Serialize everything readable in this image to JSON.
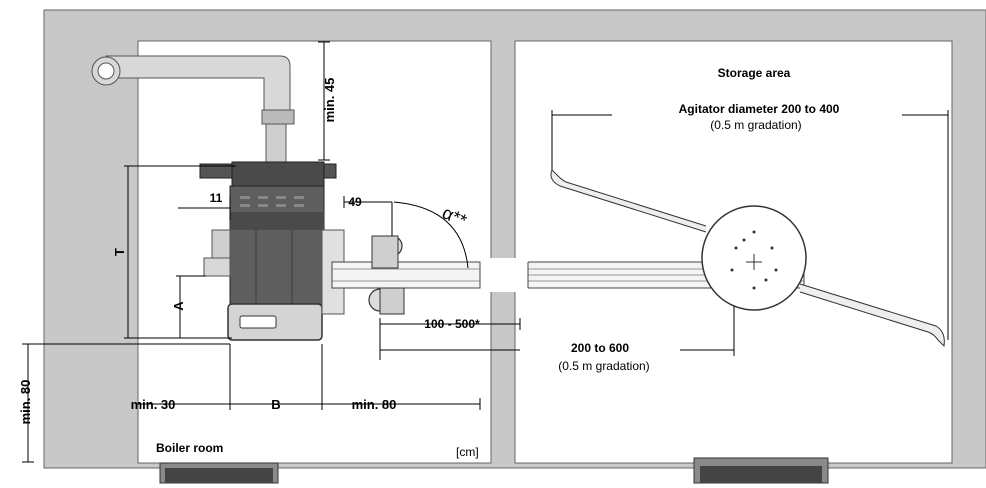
{
  "labels": {
    "storage_area": "Storage area",
    "agitator": "Agitator diameter 200 to 400",
    "agitator_grad": "(0.5 m gradation)",
    "min45": "min. 45",
    "dim11": "11",
    "dim49": "49",
    "alpha": "α**",
    "T": "T",
    "A": "A",
    "range100": "100 - 500*",
    "range200": "200 to 600",
    "range200_grad": "(0.5 m gradation)",
    "min80_vert": "min. 80",
    "min30": "min. 30",
    "B": "B",
    "min80_horiz": "min. 80",
    "boiler_room": "Boiler room",
    "unit": "[cm]"
  },
  "colors": {
    "wall": "#c8c8c8",
    "boiler_dark": "#555555",
    "boiler_mid": "#6a6a6a",
    "boiler_light": "#d4d4d4"
  }
}
